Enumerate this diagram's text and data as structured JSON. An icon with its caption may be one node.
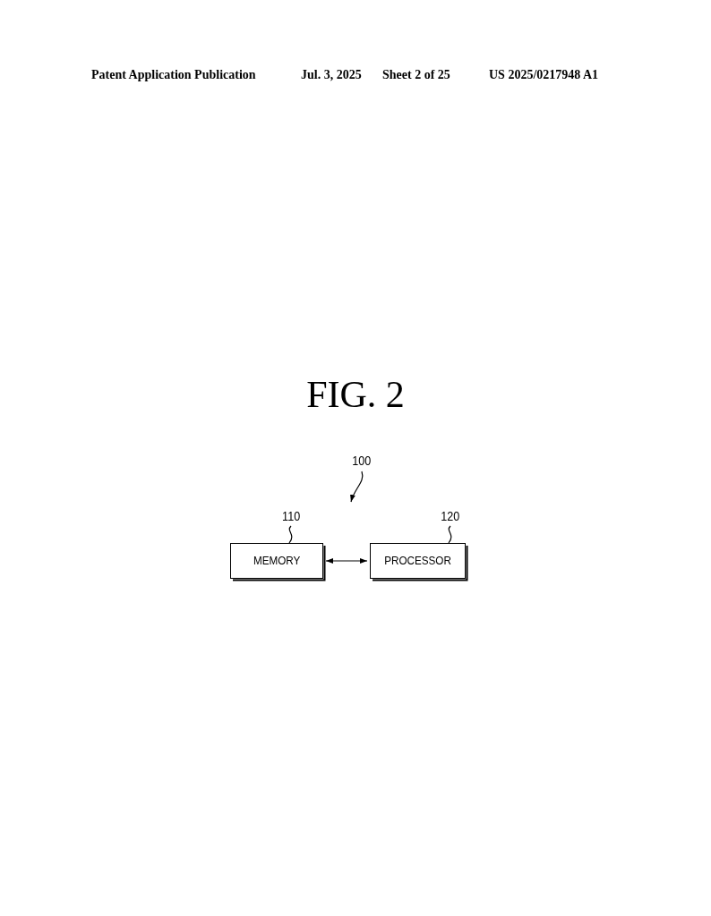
{
  "diagram": {
    "title": "FIG. 2",
    "nodes": [
      {
        "text": [
          "MEMORY"
        ]
      },
      {
        "text": [
          "PROCESSOR"
        ]
      },
      {
        "text": [
          "110"
        ]
      },
      {
        "text": [
          "120"
        ]
      },
      {
        "text": [
          "100"
        ]
      }
    ],
    "edges": [
      {
        "from": 0,
        "to": 1,
        "arrow": "both"
      },
      {
        "from": 2,
        "to": 0,
        "arrow": "none"
      },
      {
        "from": 3,
        "to": 1,
        "arrow": "none"
      },
      {
        "from": 4,
        "to": null,
        "arrow": "to"
      }
    ],
    "labels": [
      "Patent Application Publication",
      "Jul. 3, 2025",
      "Sheet 2 of 25",
      "US 2025/0217948 A1"
    ]
  }
}
